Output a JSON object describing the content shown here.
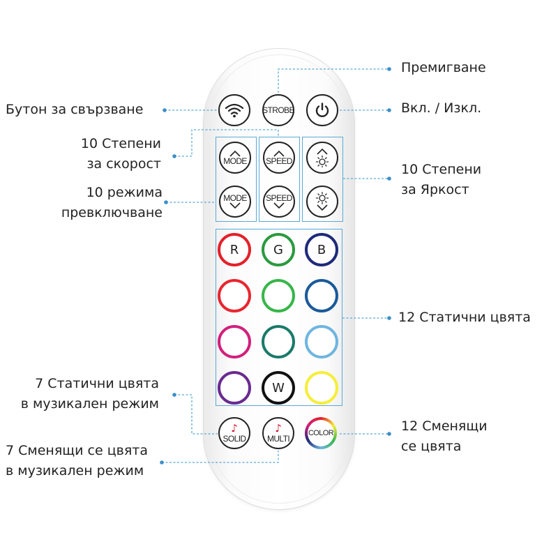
{
  "remote": {
    "wifi_icon": "wifi-icon",
    "strobe_label": "STROBE",
    "power_icon": "power-icon",
    "mode_label": "MODE",
    "speed_label": "SPEED",
    "brightness_icon": "sun-icon",
    "music_note_icon": "music-note-icon",
    "solid_label": "SOLID",
    "multi_label": "MULTI",
    "color_label": "COLOR",
    "color_buttons": [
      {
        "label": "R",
        "color": "#e32029"
      },
      {
        "label": "G",
        "color": "#2a9a3f"
      },
      {
        "label": "B",
        "color": "#1f2a7a"
      },
      {
        "label": "",
        "color": "#e8262f"
      },
      {
        "label": "",
        "color": "#37b64a"
      },
      {
        "label": "",
        "color": "#1a5a9a"
      },
      {
        "label": "",
        "color": "#d21f7d"
      },
      {
        "label": "",
        "color": "#1a7a6a"
      },
      {
        "label": "",
        "color": "#6fb5e0"
      },
      {
        "label": "",
        "color": "#6a2a90"
      },
      {
        "label": "W",
        "color": "#111111"
      },
      {
        "label": "",
        "color": "#f5ee3a"
      }
    ],
    "colors": {
      "outline": "#222222",
      "callout_line": "#5aa9d6",
      "note": "#d0102a"
    }
  },
  "callouts": {
    "pair_button": [
      "Бутон за свързване"
    ],
    "speed_levels": [
      "10 Степени",
      "за скорост"
    ],
    "mode_switch": [
      "10 режима",
      "превключване"
    ],
    "music_static": [
      "7 Статични цвята",
      "в музикален режим"
    ],
    "music_changing": [
      "7 Сменящи се цвята",
      "в музикален режим"
    ],
    "strobe": [
      "Премигване"
    ],
    "power": [
      "Вкл. / Изкл."
    ],
    "brightness_levels": [
      "10 Степени",
      "за Яркост"
    ],
    "static_colors": [
      "12 Статични цвята"
    ],
    "changing_colors": [
      "12 Сменящи",
      "се цвята"
    ]
  }
}
